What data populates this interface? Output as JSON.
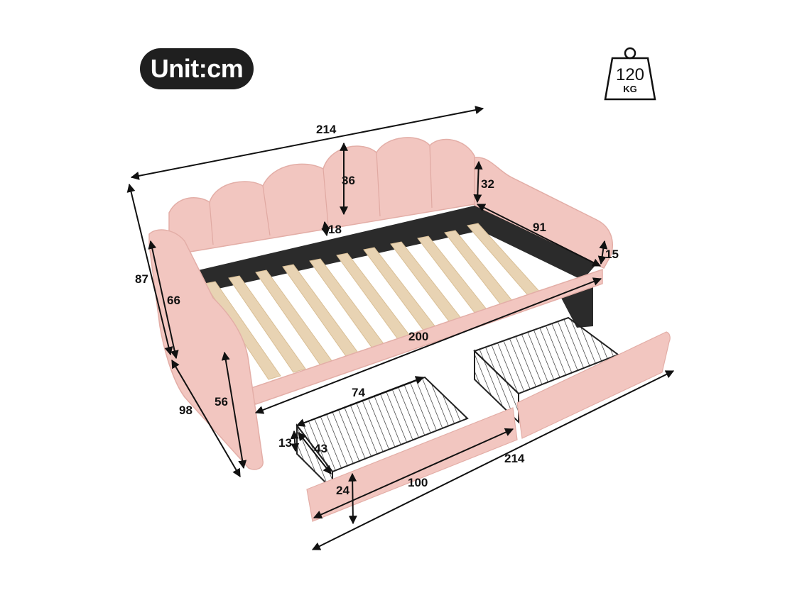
{
  "unit_badge": {
    "label": "Unit:cm"
  },
  "weight_capacity": {
    "value": "120",
    "unit": "KG",
    "icon": "weight-icon"
  },
  "colors": {
    "upholstery": "#f2c6c0",
    "upholstery_shadow": "#e3aea7",
    "slats": "#e8d3b3",
    "frame_dark": "#2b2b2b",
    "badge": "#1f1f1f",
    "dimension_line": "#111111"
  },
  "dimensions": {
    "overall_length_top": "214",
    "headboard_height": "36",
    "headboard_gap": "18",
    "armrest_height": "32",
    "inner_width": "91",
    "armrest_top": "15",
    "overall_height": "87",
    "side_height": "66",
    "overall_depth": "98",
    "seat_height": "56",
    "inner_length": "200",
    "drawer_basket_length": "74",
    "drawer_basket_height": "13",
    "drawer_basket_depth": "43",
    "drawer_front_height": "24",
    "drawer_front_length": "100",
    "overall_length_bottom": "214"
  }
}
